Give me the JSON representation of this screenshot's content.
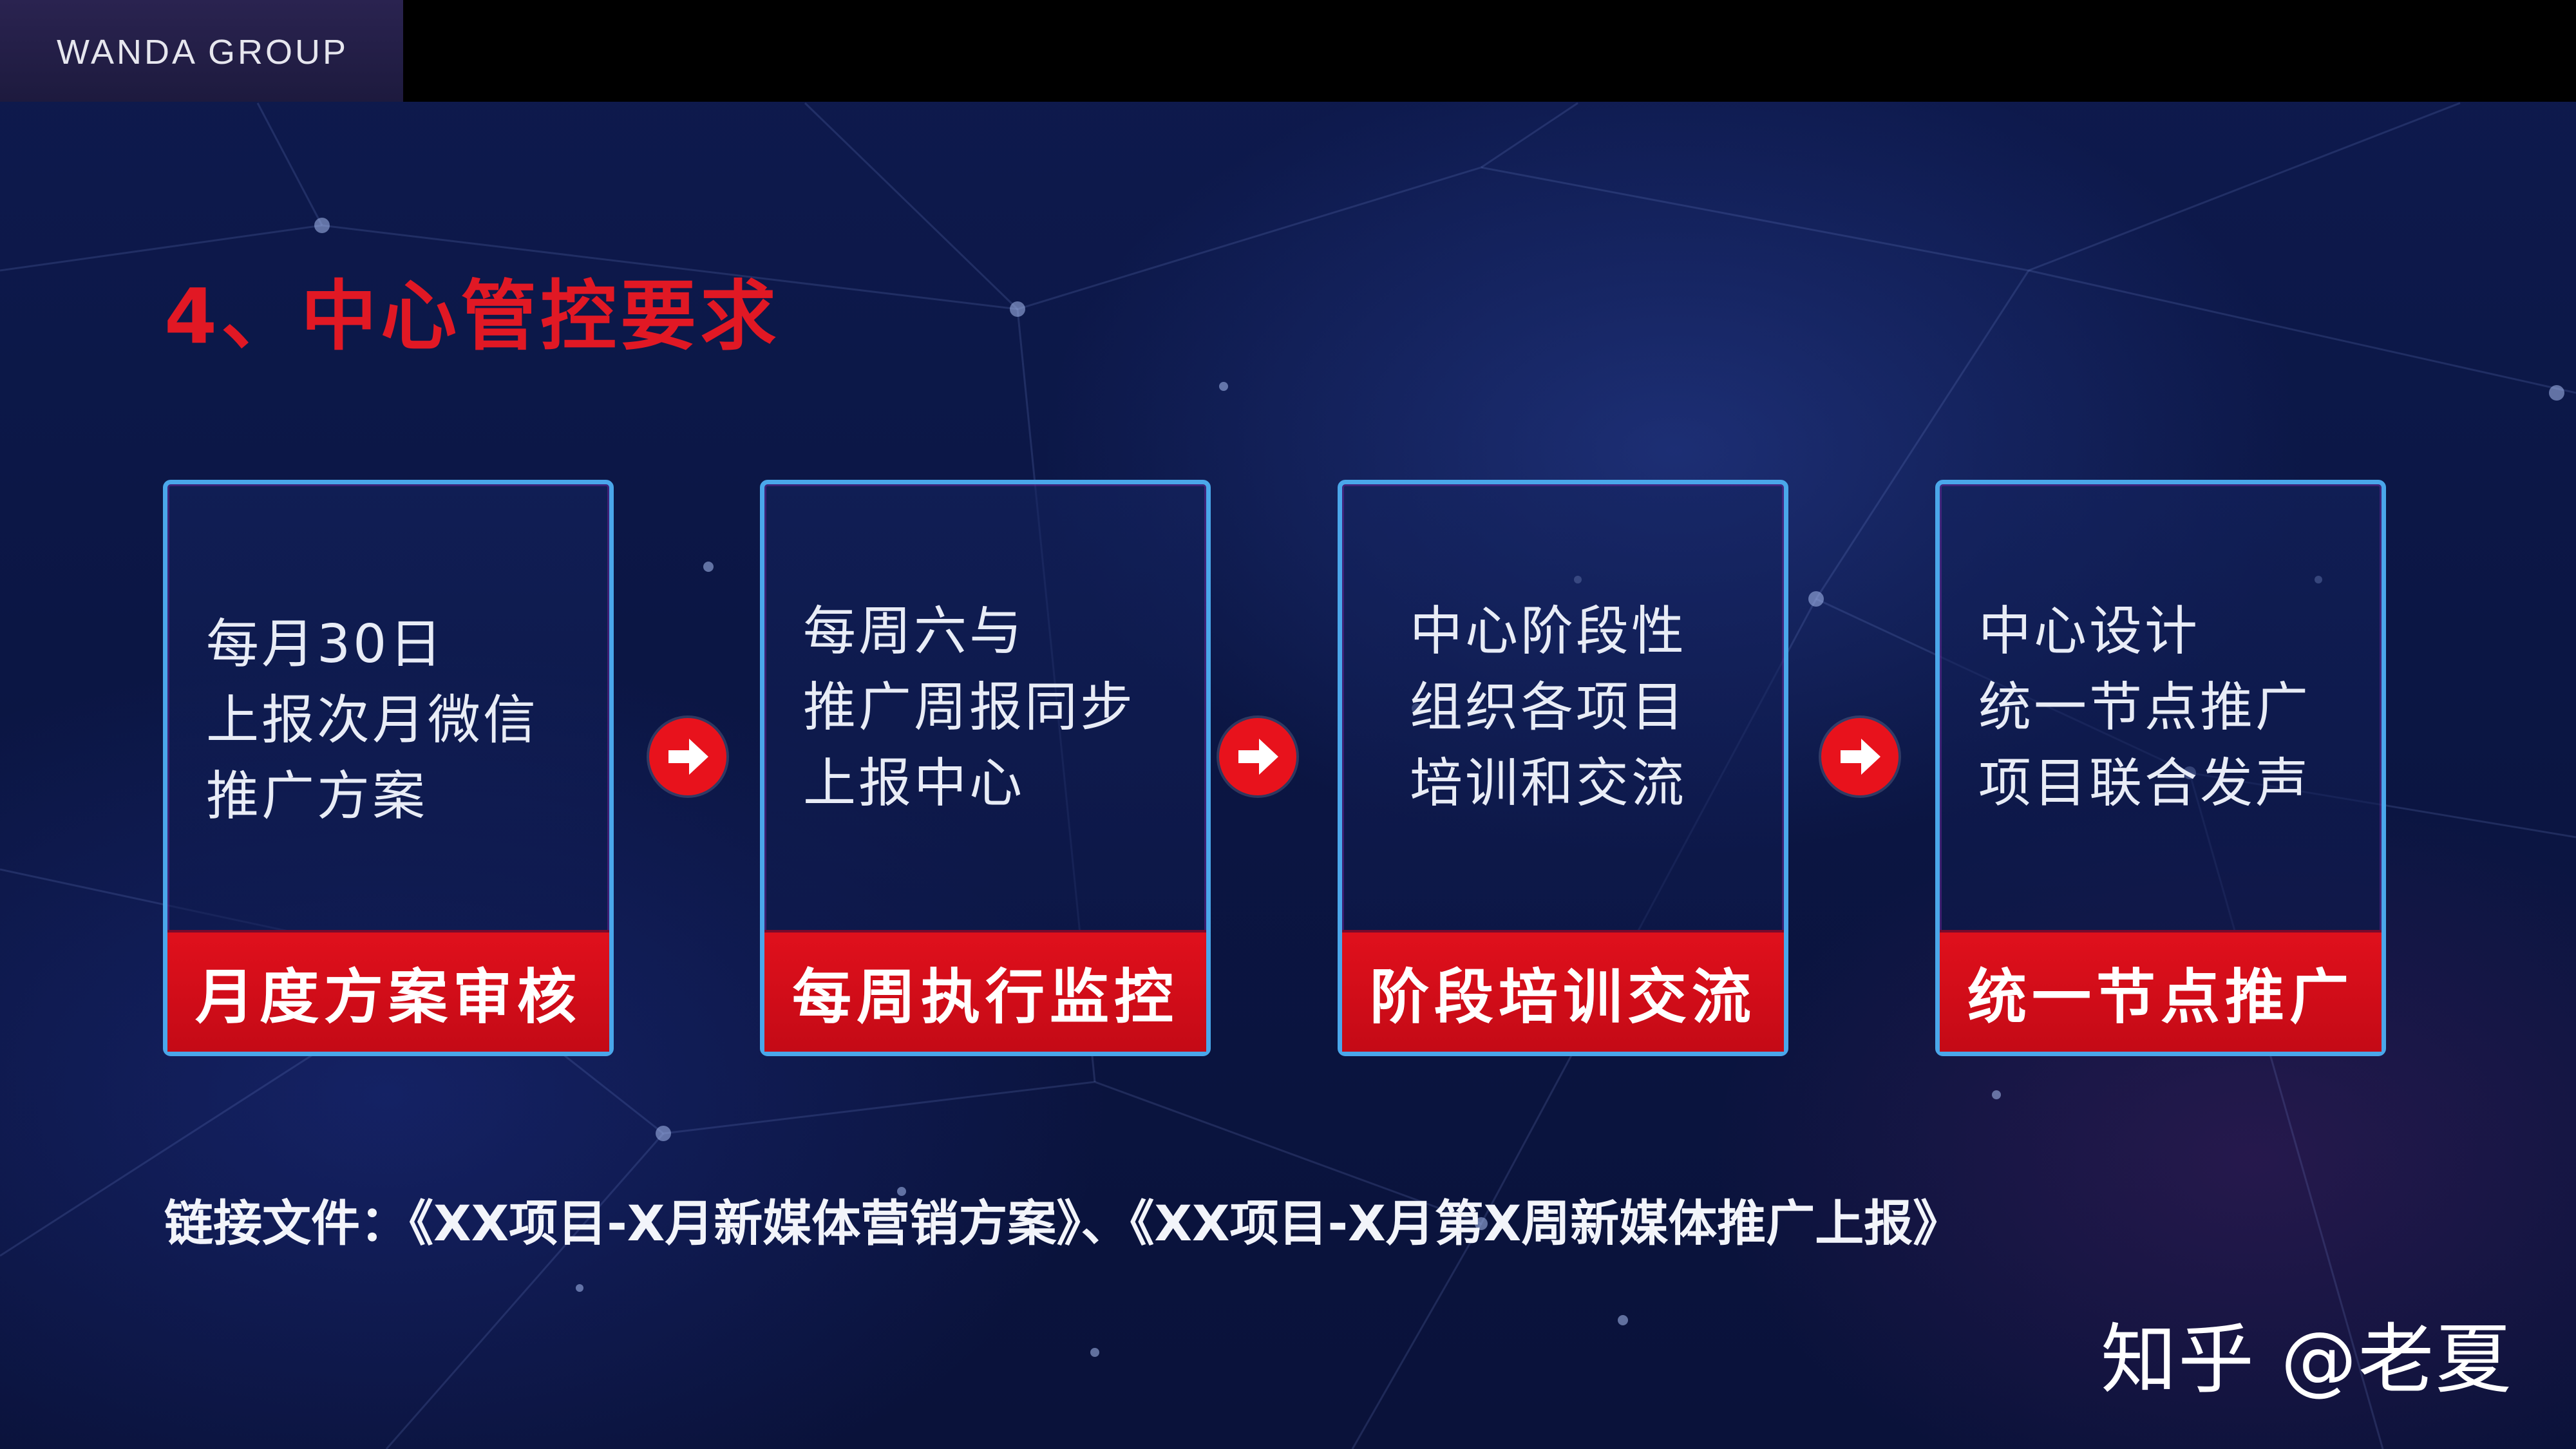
{
  "header": {
    "brand": "WANDA GROUP"
  },
  "title": "4、中心管控要求",
  "steps": [
    {
      "lines": [
        "每月30日",
        "上报次月微信",
        "推广方案"
      ],
      "label": "月度方案审核"
    },
    {
      "lines": [
        "每周六与",
        "推广周报同步",
        "上报中心"
      ],
      "label": "每周执行监控"
    },
    {
      "lines": [
        "中心阶段性",
        "组织各项目",
        "培训和交流"
      ],
      "label": "阶段培训交流"
    },
    {
      "lines": [
        "中心设计",
        "统一节点推广",
        "项目联合发声"
      ],
      "label": "统一节点推广"
    }
  ],
  "icons": {
    "step_arrow": "arrow-right-circle-icon"
  },
  "colors": {
    "accent_red": "#e11824",
    "card_border": "#4aa7ea"
  },
  "linked_files": "链接文件：《XX项目-X月新媒体营销方案》、《XX项目-X月第X周新媒体推广上报》",
  "watermark": "知乎 @老夏"
}
